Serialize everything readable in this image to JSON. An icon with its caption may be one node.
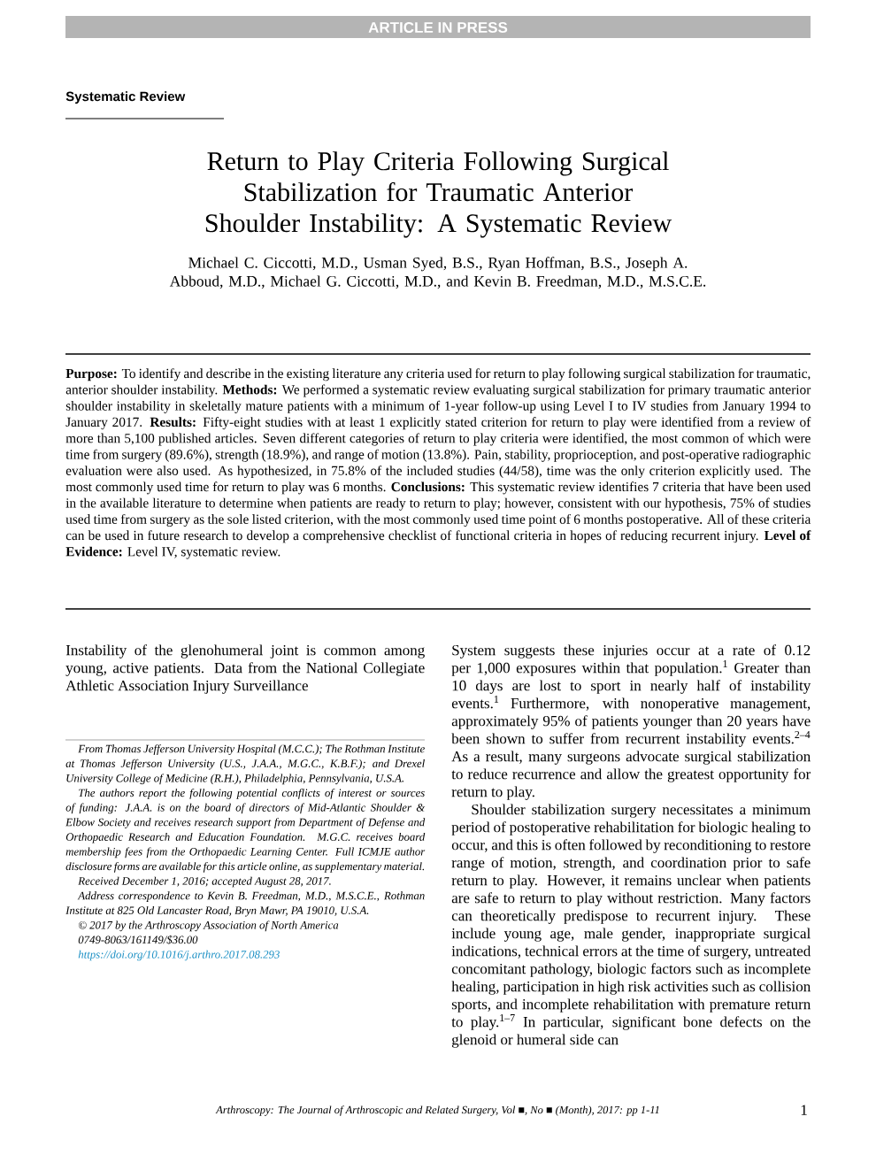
{
  "diagram": {
    "title": "Return to Play Criteria Following Surgical Stabilization for Traumatic Anterior Shoulder Instability: A Systematic Review",
    "labels": [
      "ARTICLE IN PRESS",
      "Systematic Review",
      "Michael C. Ciccotti, M.D., Usman Syed, B.S., Ryan Hoffman, B.S., Joseph A. Abboud, M.D., Michael G. Ciccotti, M.D., and Kevin B. Freedman, M.D., M.S.C.E.",
      "**Purpose:** To identify and describe in the existing literature any criteria used for return to play following surgical stabilization for traumatic, anterior shoulder instability. **Methods:** We performed a systematic review evaluating surgical stabilization for primary traumatic anterior shoulder instability in skeletally mature patients with a minimum of 1-year follow-up using Level I to IV studies from January 1994 to January 2017. **Results:** Fifty-eight studies with at least 1 explicitly stated criterion for return to play were identified from a review of more than 5,100 published articles. Seven different categories of return to play criteria were identified, the most common of which were time from surgery (89.6%), strength (18.9%), and range of motion (13.8%). Pain, stability, proprioception, and post-operative radiographic evaluation were also used. As hypothesized, in 75.8% of the included studies (44/58), time was the only criterion explicitly used. The most commonly used time for return to play was 6 months. **Conclusions:** This systematic review identifies 7 criteria that have been used in the available literature to determine when patients are ready to return to play; however, consistent with our hypothesis, 75% of studies used time from surgery as the sole listed criterion, with the most commonly used time point of 6 months postoperative. All of these criteria can be used in future research to develop a comprehensive checklist of functional criteria in hopes of reducing recurrent injury. **Level of Evidence:** Level IV, systematic review.",
      "Instability of the glenohumeral joint is common among young, active patients. Data from the National Collegiate Athletic Association Injury Surveillance",
      "From Thomas Jefferson University Hospital (M.C.C.); The Rothman Institute at Thomas Jefferson University (U.S., J.A.A., M.G.C., K.B.F.); and Drexel University College of Medicine (R.H.), Philadelphia, Pennsylvania, U.S.A.",
      "The authors report the following potential conflicts of interest or sources of funding: J.A.A. is on the board of directors of Mid-Atlantic Shoulder & Elbow Society and receives research support from Department of Defense and Orthopaedic Research and Education Foundation. M.G.C. receives board membership fees from the Orthopaedic Learning Center. Full ICMJE author disclosure forms are available for this article online, as supplementary material.",
      "Received December 1, 2016; accepted August 28, 2017.",
      "Address correspondence to Kevin B. Freedman, M.D., M.S.C.E., Rothman Institute at 825 Old Lancaster Road, Bryn Mawr, PA 19010, U.S.A.",
      "© 2017 by the Arthroscopy Association of North America",
      "0749-8063/161149/$36.00",
      "https://doi.org/10.1016/j.arthro.2017.08.293",
      "System suggests these injuries occur at a rate of 0.12 per 1,000 exposures within that population.$^{1}$ Greater than 10 days are lost to sport in nearly half of instability events.$^{1}$ Furthermore, with nonoperative management, approximately 95% of patients younger than 20 years have been shown to suffer from recurrent instability events.$^{2–4}$ As a result, many surgeons advocate surgical stabilization to reduce recurrence and allow the greatest opportunity for return to play.",
      "Shoulder stabilization surgery necessitates a minimum period of postoperative rehabilitation for biologic healing to occur, and this is often followed by reconditioning to restore range of motion, strength, and coordination prior to safe return to play. However, it remains unclear when patients are safe to return to play without restriction. Many factors can theoretically predispose to recurrent injury. These include young age, male gender, inappropriate surgical indications, technical errors at the time of surgery, untreated concomitant pathology, biologic factors such as incomplete healing, participation in high risk activities such as collision sports, and incomplete rehabilitation with premature return to play.$^{1–7}$ In particular, significant bone defects on the glenoid or humeral side can",
      "Arthroscopy: The Journal of Arthroscopic and Related Surgery, Vol ■, No ■ (Month), 2017: pp 1-11",
      "1"
    ]
  }
}
